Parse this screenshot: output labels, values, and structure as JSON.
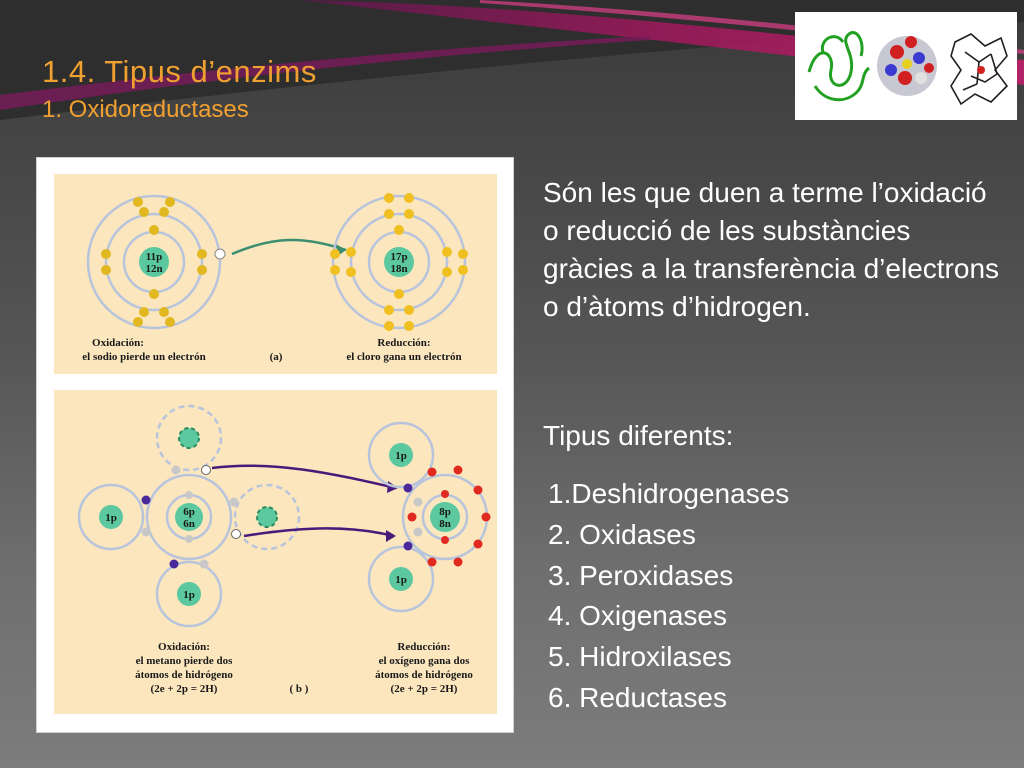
{
  "slide": {
    "title": "1.4. Tipus d’enzims",
    "subtitle": "1. Oxidoreductases",
    "description": "Són les que duen a terme l’oxidació o reducció de les substàncies gràcies a la transferència d’electrons o d’àtoms d’hidrogen.",
    "types_heading": "Tipus diferents:",
    "types": [
      "1.Deshidrogenases",
      "2. Oxidases",
      "3. Peroxidases",
      "4. Oxigenases",
      "5. Hidroxilases",
      "6. Reductases"
    ]
  },
  "figure_a": {
    "sodium_nucleus": [
      "11p",
      "12n"
    ],
    "chlorine_nucleus": [
      "17p",
      "18n"
    ],
    "left_caption": [
      "Oxidación:",
      "el sodio pierde un electrón"
    ],
    "marker": "(a)",
    "right_caption": [
      "Reducción:",
      "el cloro gana un electrón"
    ]
  },
  "figure_b": {
    "carbon_nucleus": [
      "6p",
      "6n"
    ],
    "oxygen_nucleus": [
      "8p",
      "8n"
    ],
    "hydrogen_label": "1p",
    "left_caption": [
      "Oxidación:",
      "el metano pierde dos",
      "átomos de hidrógeno",
      "(2e + 2p = 2H)"
    ],
    "marker": "( b )",
    "right_caption": [
      "Reducción:",
      "el oxígeno gana dos",
      "átomos de hidrógeno",
      "(2e + 2p = 2H)"
    ]
  },
  "colors": {
    "title": "#f0a030",
    "text": "#ffffff",
    "panel_bg": "#fbe6be",
    "electron_yellow": "#e2b820",
    "electron_red": "#e02a20",
    "electron_purple": "#4a2a9a",
    "arrow_green": "#3c8e6e",
    "arrow_purple": "#4a1a7a"
  }
}
